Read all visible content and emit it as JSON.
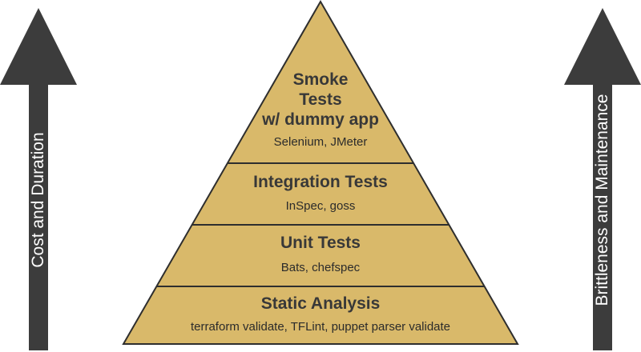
{
  "diagram": {
    "left_arrow": {
      "label": "Cost and Duration",
      "color": "#3c3c3c"
    },
    "right_arrow": {
      "label": "Brittleness and Maintenance",
      "color": "#3c3c3c"
    },
    "pyramid": {
      "fill": "#d9b96a",
      "stroke": "#2e2e2e",
      "tiers": [
        {
          "title_lines": [
            "Smoke",
            "Tests",
            "w/ dummy app"
          ],
          "subtitle": "Selenium, JMeter"
        },
        {
          "title": "Integration Tests",
          "subtitle": "InSpec, goss"
        },
        {
          "title": "Unit Tests",
          "subtitle": "Bats, chefspec"
        },
        {
          "title": "Static Analysis",
          "subtitle": "terraform validate, TFLint, puppet parser validate"
        }
      ]
    }
  }
}
